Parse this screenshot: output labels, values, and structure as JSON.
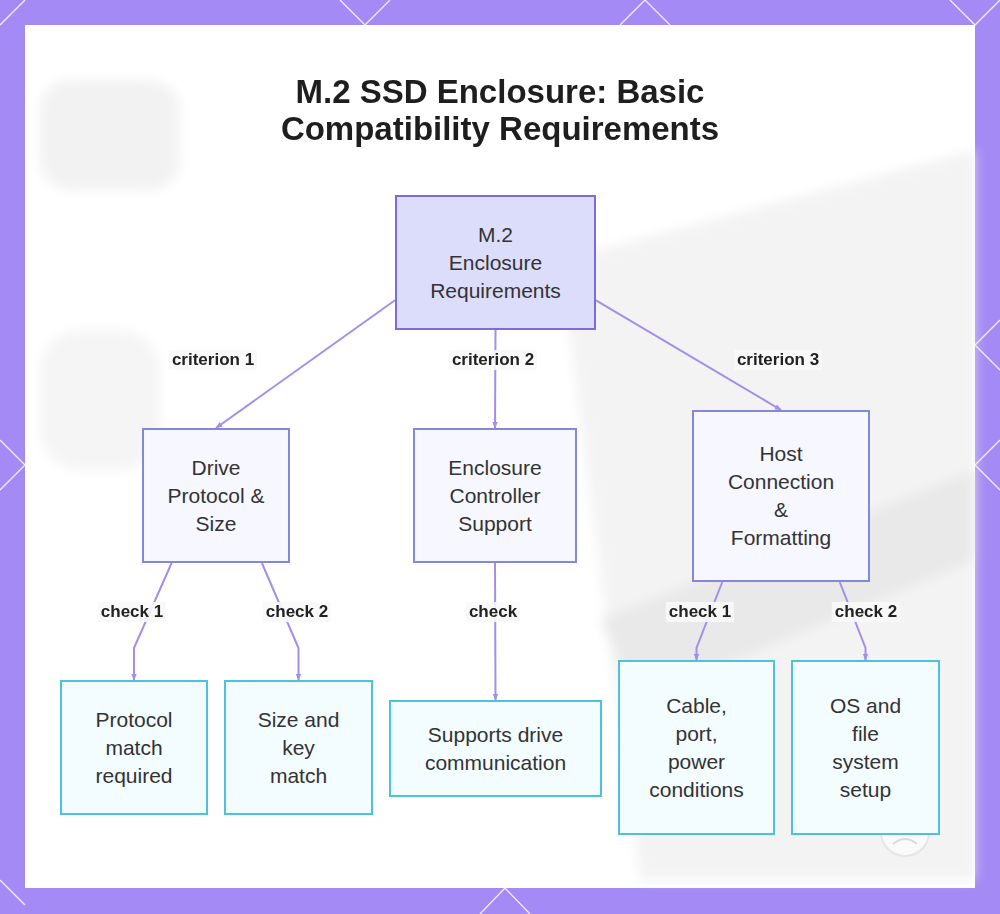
{
  "diagram": {
    "title": "M.2 SSD Enclosure: Basic Compatibility Requirements",
    "nodes": [
      {
        "text": [
          "M.2 Enclosure Requirements"
        ]
      },
      {
        "text": [
          "Drive Protocol & Size"
        ]
      },
      {
        "text": [
          "Enclosure Controller Support"
        ]
      },
      {
        "text": [
          "Host Connection & Formatting"
        ]
      },
      {
        "text": [
          "Protocol match required"
        ]
      },
      {
        "text": [
          "Size and key match"
        ]
      },
      {
        "text": [
          "Supports drive communication"
        ]
      },
      {
        "text": [
          "Cable, port, power conditions"
        ]
      },
      {
        "text": [
          "OS and file system setup"
        ]
      }
    ],
    "edges": [
      {
        "from": 0,
        "to": 1,
        "label": "criterion 1",
        "arrow": "to"
      },
      {
        "from": 0,
        "to": 2,
        "label": "criterion 2",
        "arrow": "to"
      },
      {
        "from": 0,
        "to": 3,
        "label": "criterion 3",
        "arrow": "to"
      },
      {
        "from": 1,
        "to": 4,
        "label": "check 1",
        "arrow": "to"
      },
      {
        "from": 1,
        "to": 5,
        "label": "check 2",
        "arrow": "to"
      },
      {
        "from": 2,
        "to": 6,
        "label": "check",
        "arrow": "to"
      },
      {
        "from": 3,
        "to": 7,
        "label": "check 1",
        "arrow": "to"
      },
      {
        "from": 3,
        "to": 8,
        "label": "check 2",
        "arrow": "to"
      }
    ]
  }
}
